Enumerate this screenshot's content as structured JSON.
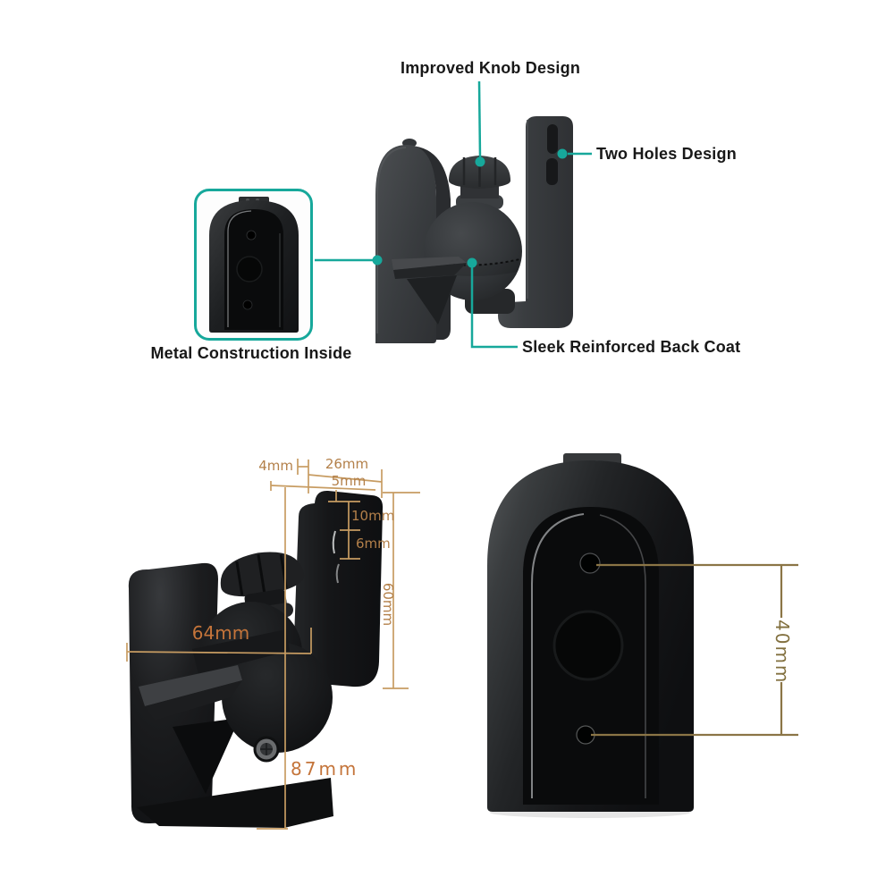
{
  "callouts": {
    "improved_knob": "Improved Knob Design",
    "two_holes": "Two Holes Design",
    "metal_construction": "Metal Construction Inside",
    "back_coat": "Sleek Reinforced Back Coat"
  },
  "dimensions": {
    "side_view": {
      "gap": "4mm",
      "arm_width": "26mm",
      "edge_offset": "5mm",
      "slot_length": "10mm",
      "slot_gap": "6mm",
      "arm_height": "60mm",
      "body_width": "64mm",
      "plate_height": "87mm"
    },
    "back_view": {
      "hole_spacing": "40mm"
    }
  },
  "colors": {
    "accent_teal": "#17a89b",
    "dimension_line_tan": "#c79c62",
    "dimension_text_orange": "#c4743a",
    "dimension_text_brown": "#b3804a",
    "dimension_line_olive": "#8b7546",
    "dimension_text_olive": "#82703f",
    "label_text": "#181818",
    "product_black": "#141517",
    "background": "#ffffff"
  }
}
